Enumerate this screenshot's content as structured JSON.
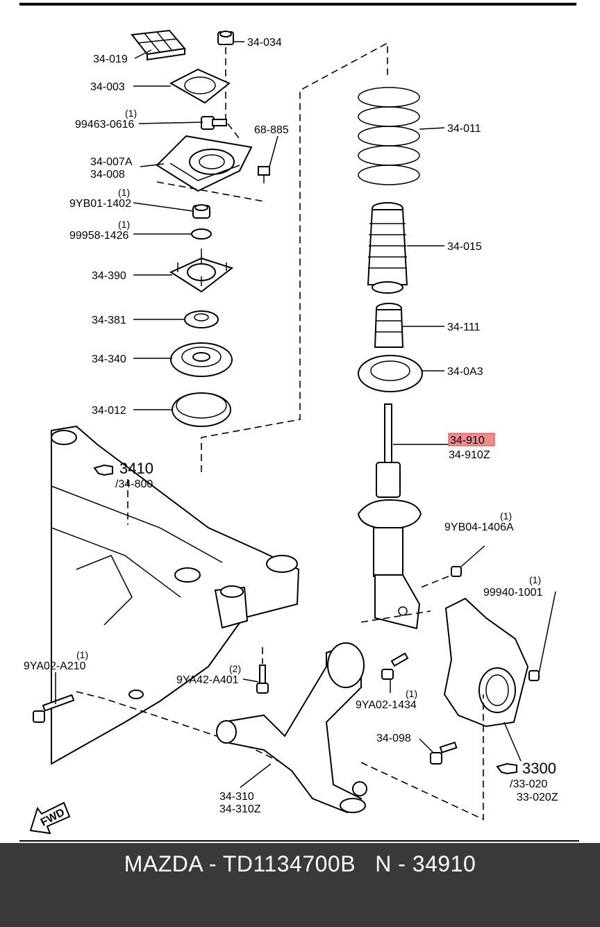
{
  "labels": {
    "p34019": "34-019",
    "p34034": "34-034",
    "p34003": "34-003",
    "p99463": "99463-0616",
    "p68885": "68-885",
    "p34007a": "34-007A",
    "p34008": "34-008",
    "p9yb01": "9YB01-1402",
    "p99958": "99958-1426",
    "p34390": "34-390",
    "p34381": "34-381",
    "p34340": "34-340",
    "p34012": "34-012",
    "p34011": "34-011",
    "p34015": "34-015",
    "p34111": "34-111",
    "p340a3": "34-0A3",
    "p34910": "34-910",
    "p34910z": "34-910Z",
    "p3410": "3410",
    "p34800": "/34-800",
    "p9yb04": "9YB04-1406A",
    "p99940": "99940-1001",
    "p9ya02a": "9YA02-A210",
    "p9ya42": "9YA42-A401",
    "p9ya02b": "9YA02-1434",
    "p34098": "34-098",
    "p3300": "3300",
    "p33020": "/33-020",
    "p33020z": "33-020Z",
    "p34310": "34-310",
    "p34310z": "34-310Z",
    "fwd": "FWD"
  },
  "quantities": {
    "q99463": "(1)",
    "q9yb01": "(1)",
    "q99958": "(1)",
    "q9yb04": "(1)",
    "q99940": "(1)",
    "q9ya02a": "(1)",
    "q9ya42": "(2)",
    "q9ya02b": "(1)"
  },
  "highlight_color": "#f28b8b",
  "footer": {
    "text": "MAZDA - TD1134700B   N - 34910"
  }
}
